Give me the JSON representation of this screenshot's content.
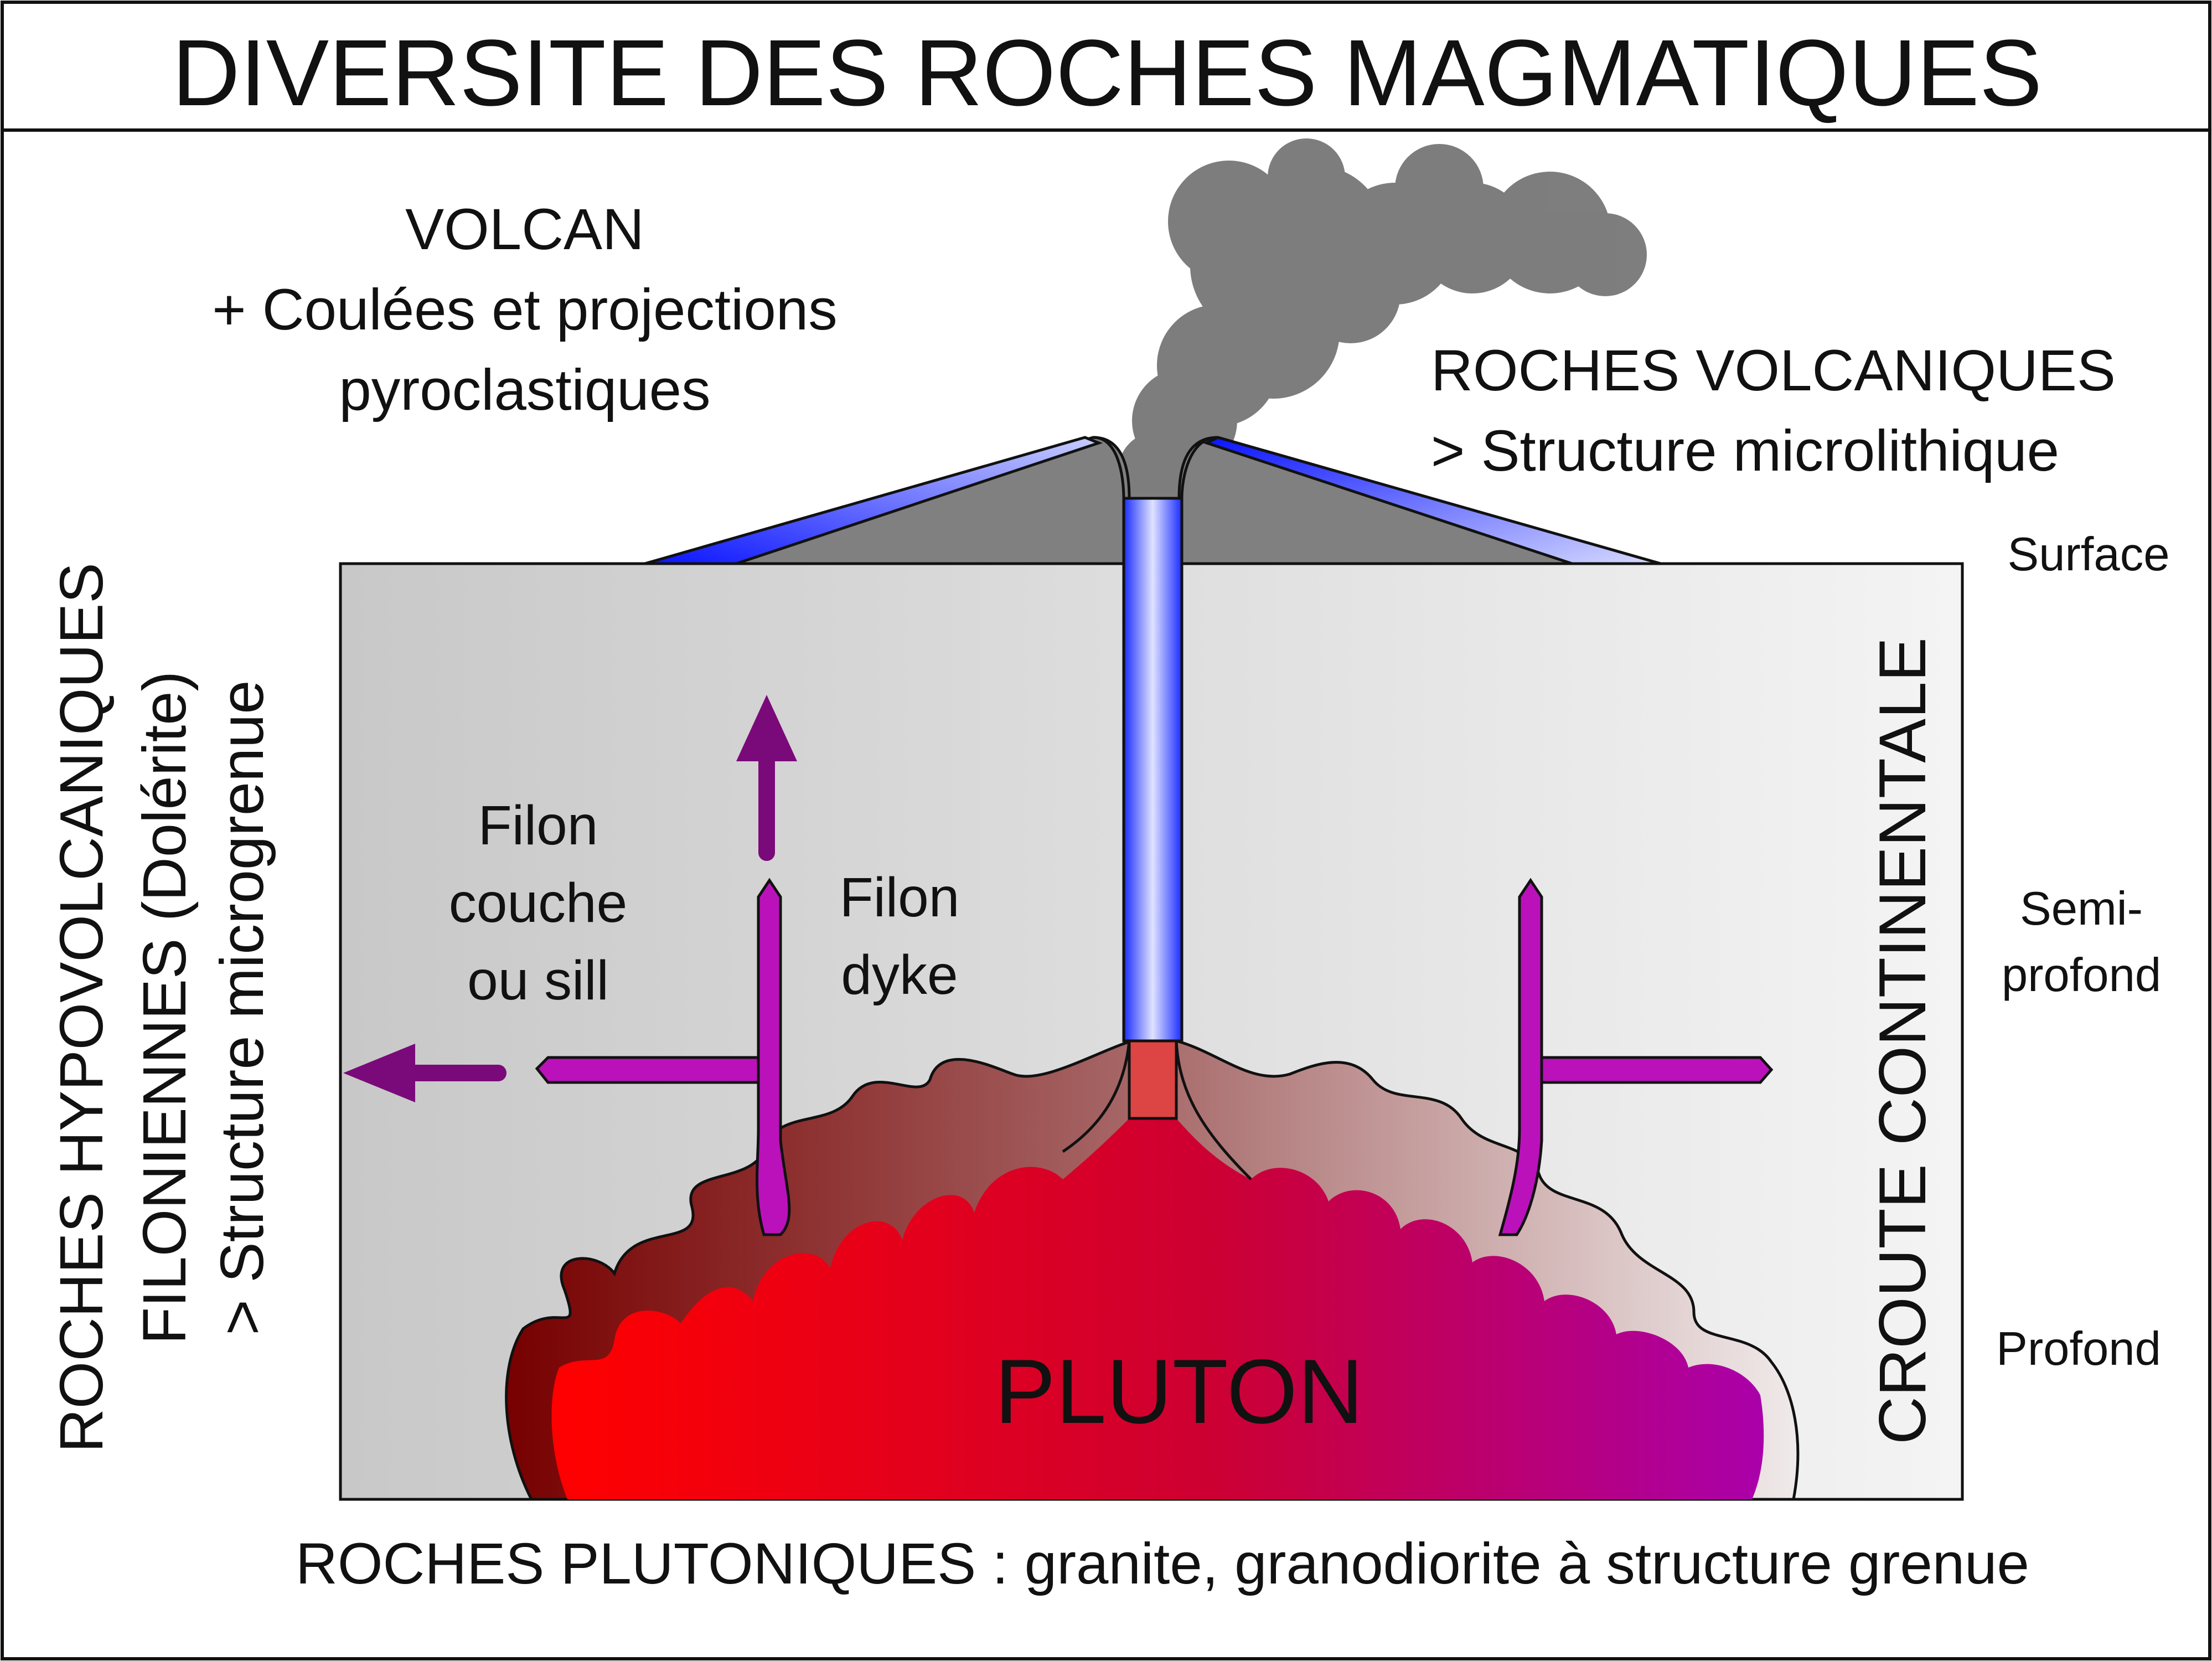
{
  "title": "DIVERSITE DES ROCHES MAGMATIQUES",
  "volcan": {
    "line1": "VOLCAN",
    "line2": "+ Coulées et projections",
    "line3": "pyroclastiques"
  },
  "roches_volcaniques": {
    "line1": "ROCHES VOLCANIQUES",
    "line2": "> Structure microlithique"
  },
  "depths": {
    "surface": "Surface",
    "semi_1": "Semi-",
    "semi_2": "profond",
    "profond": "Profond"
  },
  "hypovolcaniques": {
    "line1": "ROCHES HYPOVOLCANIQUES",
    "line2": "FILONIENNES (Dolérite)",
    "line3": "> Structure microgrenue"
  },
  "filon_couche": {
    "line1": "Filon",
    "line2": "couche",
    "line3": "ou sill"
  },
  "filon_dyke": {
    "line1": "Filon",
    "line2": "dyke"
  },
  "croute": "CROUTE CONTINENTALE",
  "pluton": "PLUTON",
  "plutoniques": "ROCHES PLUTONIQUES : granite, granodiorite à structure grenue",
  "colors": {
    "magma_left": "#ff0000",
    "magma_right": "#aa00aa",
    "dyke": "#bb11bb",
    "arrow": "#7a0a7a",
    "chimney": "#2233ff",
    "crust": "#cccccc",
    "smoke": "#777777"
  }
}
